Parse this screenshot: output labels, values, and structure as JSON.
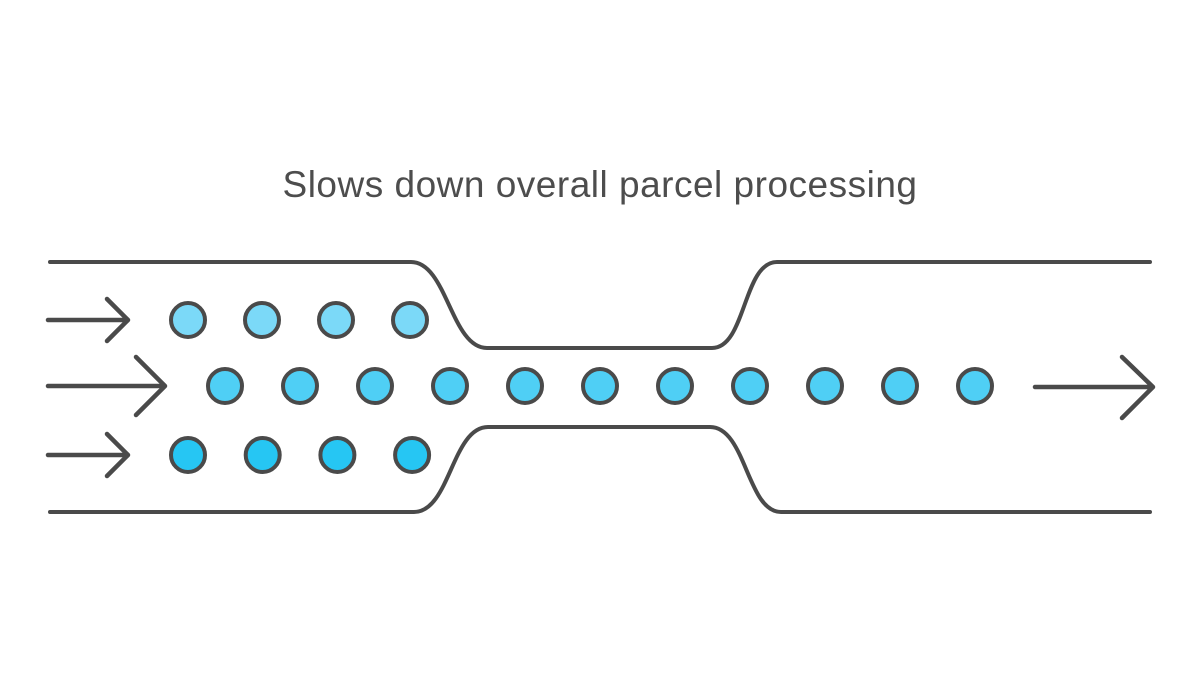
{
  "title": "Slows down overall parcel processing",
  "colors": {
    "background": "#ffffff",
    "outline": "#4a4a4a",
    "title_text": "#4d4d4d",
    "parcel_top": "#7bd9f8",
    "parcel_middle": "#4fcff5",
    "parcel_bottom": "#26c6f3"
  },
  "diagram": {
    "type": "bottleneck-flow",
    "description": "Wide pipe narrows into a bottleneck then widens again; parcels queue before the constriction and exit single-file",
    "inflow_arrow_count": 3,
    "outflow_arrow_count": 1,
    "parcel_rows": [
      {
        "name": "top-lane",
        "count": 4,
        "color_key": "parcel_top"
      },
      {
        "name": "middle-lane",
        "count": 11,
        "color_key": "parcel_middle"
      },
      {
        "name": "bottom-lane",
        "count": 4,
        "color_key": "parcel_bottom"
      }
    ]
  }
}
